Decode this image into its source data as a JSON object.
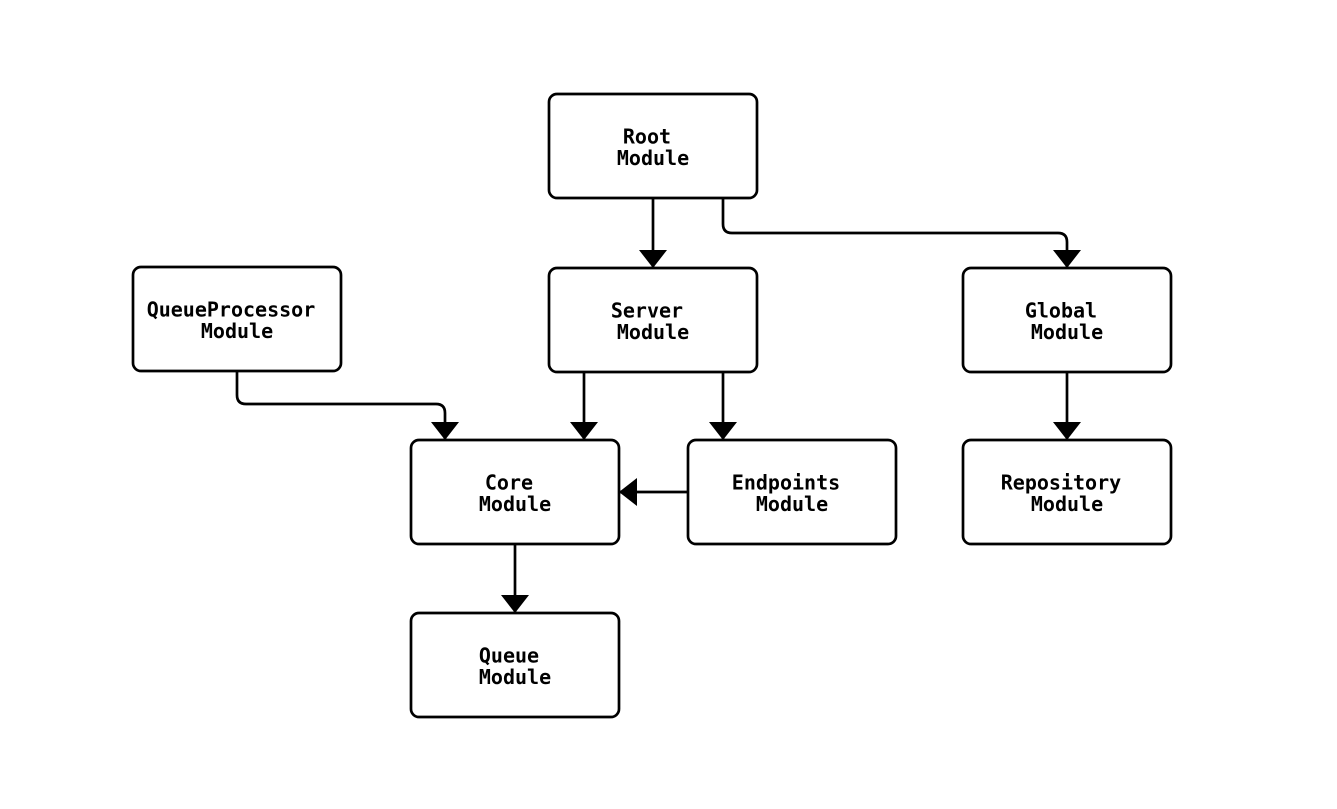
{
  "diagram": {
    "type": "module-dependency-diagram",
    "background_color": "#ffffff",
    "line_color": "#000000",
    "node_fill_color": "#ffffff",
    "nodes": [
      {
        "id": "root",
        "line1": "Root",
        "line2": "Module"
      },
      {
        "id": "queueprocessor",
        "line1": "QueueProcessor",
        "line2": "Module"
      },
      {
        "id": "server",
        "line1": "Server",
        "line2": "Module"
      },
      {
        "id": "global",
        "line1": "Global",
        "line2": "Module"
      },
      {
        "id": "core",
        "line1": "Core",
        "line2": "Module"
      },
      {
        "id": "endpoints",
        "line1": "Endpoints",
        "line2": "Module"
      },
      {
        "id": "repository",
        "line1": "Repository",
        "line2": "Module"
      },
      {
        "id": "queue",
        "line1": "Queue",
        "line2": "Module"
      }
    ],
    "edges": [
      {
        "from": "Root Module",
        "to": "Server Module"
      },
      {
        "from": "Root Module",
        "to": "Global Module"
      },
      {
        "from": "QueueProcessor Module",
        "to": "Core Module"
      },
      {
        "from": "Server Module",
        "to": "Core Module"
      },
      {
        "from": "Server Module",
        "to": "Endpoints Module"
      },
      {
        "from": "Global Module",
        "to": "Repository Module"
      },
      {
        "from": "Endpoints Module",
        "to": "Core Module"
      },
      {
        "from": "Core Module",
        "to": "Queue Module"
      }
    ]
  }
}
